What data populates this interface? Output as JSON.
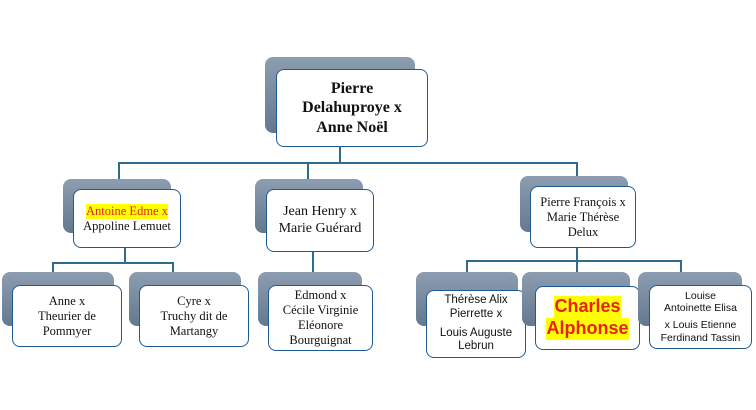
{
  "root": {
    "line1": "Pierre",
    "line2": "Delahuproye x",
    "line3": "Anne Noël"
  },
  "children": [
    {
      "highlight": "Antoine Edme x",
      "line2": "Appoline Lemuet"
    },
    {
      "line1": "Jean Henry x",
      "line2": "Marie Guérard"
    },
    {
      "line1": "Pierre François x",
      "line2": "Marie Thérèse",
      "line3": "Delux"
    }
  ],
  "grandchildren": {
    "antoine": [
      {
        "line1": "Anne x",
        "line2": "Theurier de",
        "line3": "Pommyer"
      },
      {
        "line1": "Cyre x",
        "line2": "Truchy dit de",
        "line3": "Martangy"
      }
    ],
    "jean": [
      {
        "line1": "Edmond x",
        "line2": "Cécile Virginie",
        "line3": "Eléonore",
        "line4": "Bourguignat"
      }
    ],
    "pierre": [
      {
        "line1": "Thérèse Alix",
        "line2": "Pierrette x",
        "line3": "Louis Auguste",
        "line4": "Lebrun"
      },
      {
        "line1": "Charles",
        "line2": "Alphonse"
      },
      {
        "line1": "Louise",
        "line2": "Antoinette Elisa",
        "line3": "x Louis Etienne",
        "line4": "Ferdinand Tassin"
      }
    ]
  }
}
